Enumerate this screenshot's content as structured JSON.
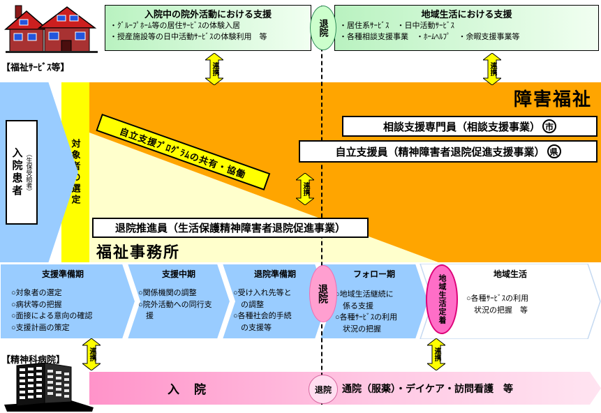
{
  "palette": {
    "orange": "#FFA500",
    "pale_yellow": "#FFFFCC",
    "yellow": "#FFFF00",
    "light_blue": "#99CCFF",
    "pale_green": "#CCFFCC",
    "pink_band": "#FF99CC",
    "pink_oval": "#FF6EC7"
  },
  "top": {
    "hospital_support": {
      "title": "入院中の院外活動における支援",
      "lines": [
        "・ｸﾞﾙｰﾌﾟﾎｰﾑ等の居住ｻｰﾋﾞｽの体験入居",
        "・授産施設等の日中活動ｻｰﾋﾞｽの体験利用　等"
      ]
    },
    "community_support": {
      "title": "地域生活における支援",
      "lines": [
        "・居住系ｻｰﾋﾞｽ　・日中活動ｻｰﾋﾞｽ",
        "・各種相談支援事業　・ﾎｰﾑﾍﾙﾌﾟ　・余暇支援事業等"
      ]
    },
    "discharge": "退院"
  },
  "section_labels": {
    "welfare_services": "【福祉ｻｰﾋﾞｽ等】",
    "psychiatric_hospital": "【精神科病院】"
  },
  "renkei": "連携",
  "disability_welfare": {
    "title": "障害福祉",
    "consultation_box": {
      "text": "相談支援専門員（相談支援事業）",
      "mark": "市"
    },
    "independence_box": {
      "text": "自立支援員（精神障害者退院促進支援事業）",
      "mark": "県"
    },
    "banner": "自立支援ﾌﾟﾛｸﾞﾗﾑの共有・協働",
    "promotion_box": "退院推進員（生活保護精神障害者退院促進事業）",
    "welfare_office": "福祉事務所",
    "inpatient": {
      "main": "入院患者",
      "sub": "（生保受給者）"
    },
    "selection": "対象者の選定"
  },
  "phases": {
    "items": [
      {
        "label": "支援準備期",
        "bullets": [
          "○対象者の選定",
          "○病状等の把握",
          "○面接による意向の確認",
          "○支援計画の策定"
        ]
      },
      {
        "label": "支援中期",
        "bullets": [
          "○関係機関の調整",
          "○院外活動への同行支援"
        ]
      },
      {
        "label": "退院準備期",
        "bullets": [
          "○受け入れ先等との調整",
          "○各種社会的手続の支援等"
        ]
      },
      {
        "label": "フォロー期",
        "bullets": [
          "○地域生活継続に係る支援",
          "○各種ｻｰﾋﾞｽの利用状況の把握"
        ]
      },
      {
        "label": "地域生活",
        "bullets": [
          "○各種ｻｰﾋﾞｽの利用状況の把握　等"
        ]
      }
    ],
    "discharge_oval": "退院",
    "settlement_oval": "地域生活定着"
  },
  "bottom": {
    "admission": "入　院",
    "discharge": "退院",
    "outpatient": "通院（服薬）・デイケア・訪問看護　等"
  }
}
